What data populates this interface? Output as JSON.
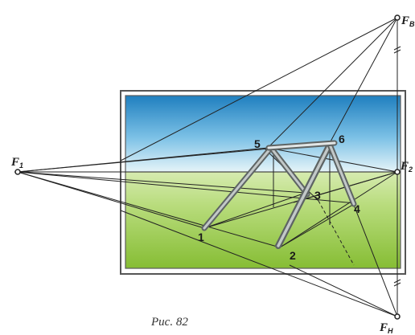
{
  "caption": "Рис. 82",
  "vanishing_points": {
    "f1": {
      "main": "F",
      "sub": "1"
    },
    "f2": {
      "main": "F",
      "sub": "2"
    },
    "fv": {
      "main": "F",
      "sub": "В"
    },
    "fn": {
      "main": "F",
      "sub": "Н"
    }
  },
  "points": {
    "p1": "1",
    "p2": "2",
    "p3": "3",
    "p4": "4",
    "p5": "5",
    "p6": "6"
  },
  "colors": {
    "sky_top": "#1f7fbf",
    "sky_mid": "#7cc1e6",
    "sky_horizon": "#dff1f8",
    "ground_top": "#c9e59a",
    "ground_bottom": "#8fc23c",
    "frame": "#4a4a4a",
    "beam": "#9aa0a0",
    "line": "#222222"
  }
}
